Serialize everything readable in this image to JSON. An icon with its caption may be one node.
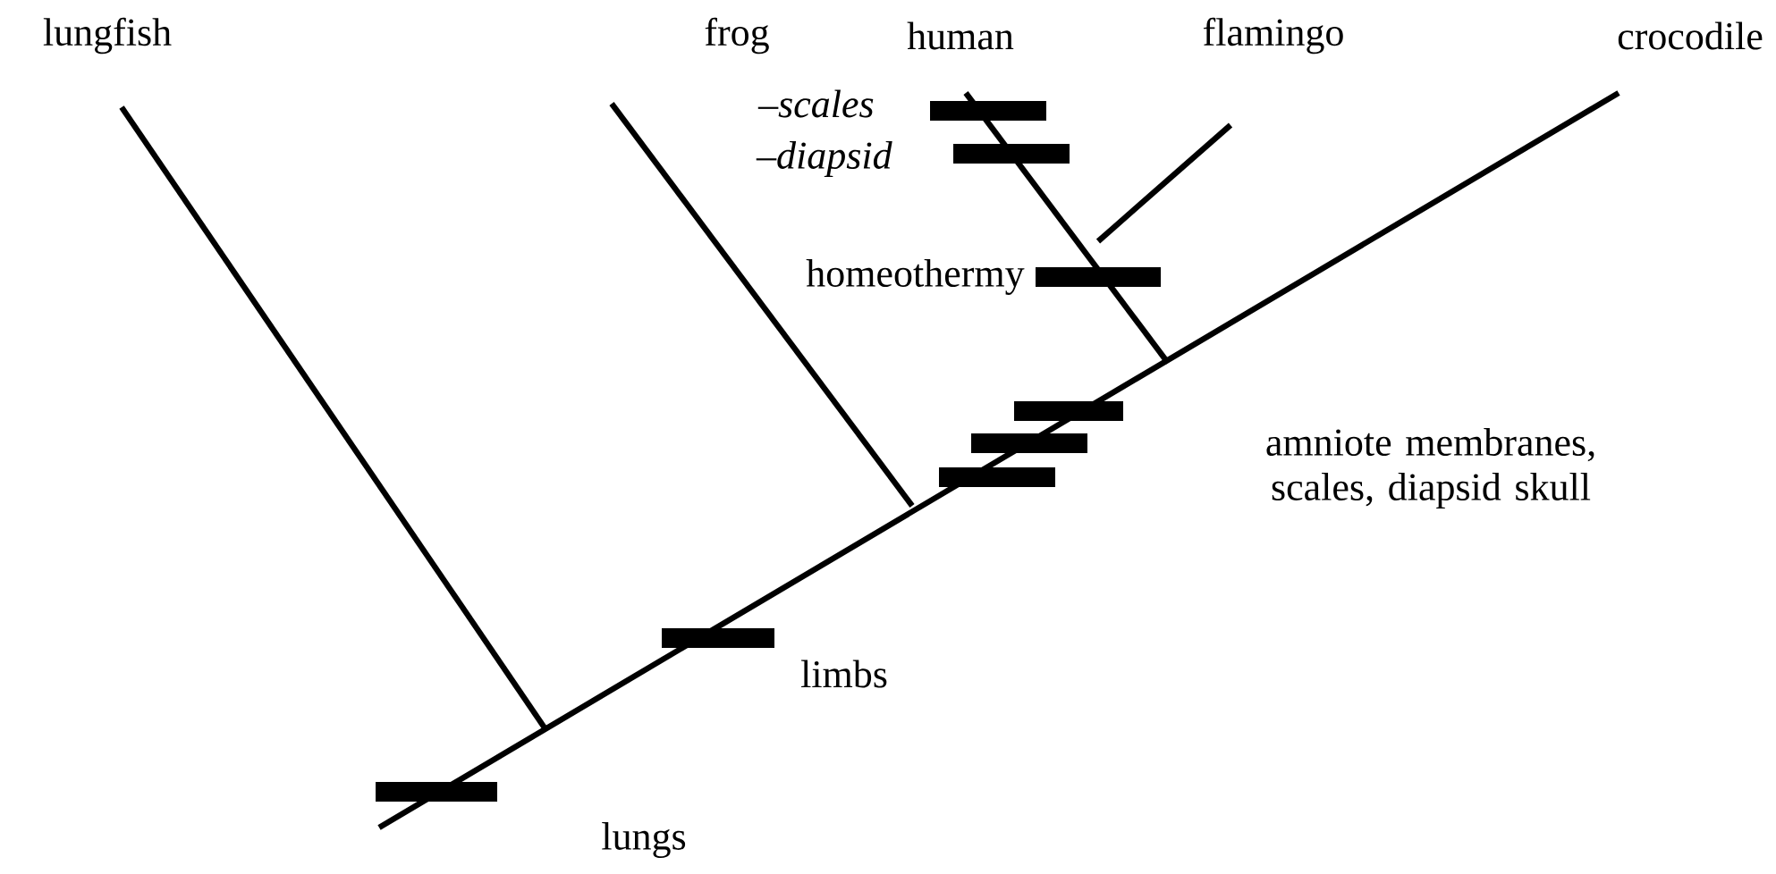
{
  "diagram": {
    "labels": [
      "lungfish",
      "frog",
      "human",
      "flamingo",
      "crocodile",
      "–scales",
      "–diapsid",
      "homeothermy",
      "amniote membranes, scales, diapsid skull",
      "limbs",
      "lungs"
    ]
  }
}
